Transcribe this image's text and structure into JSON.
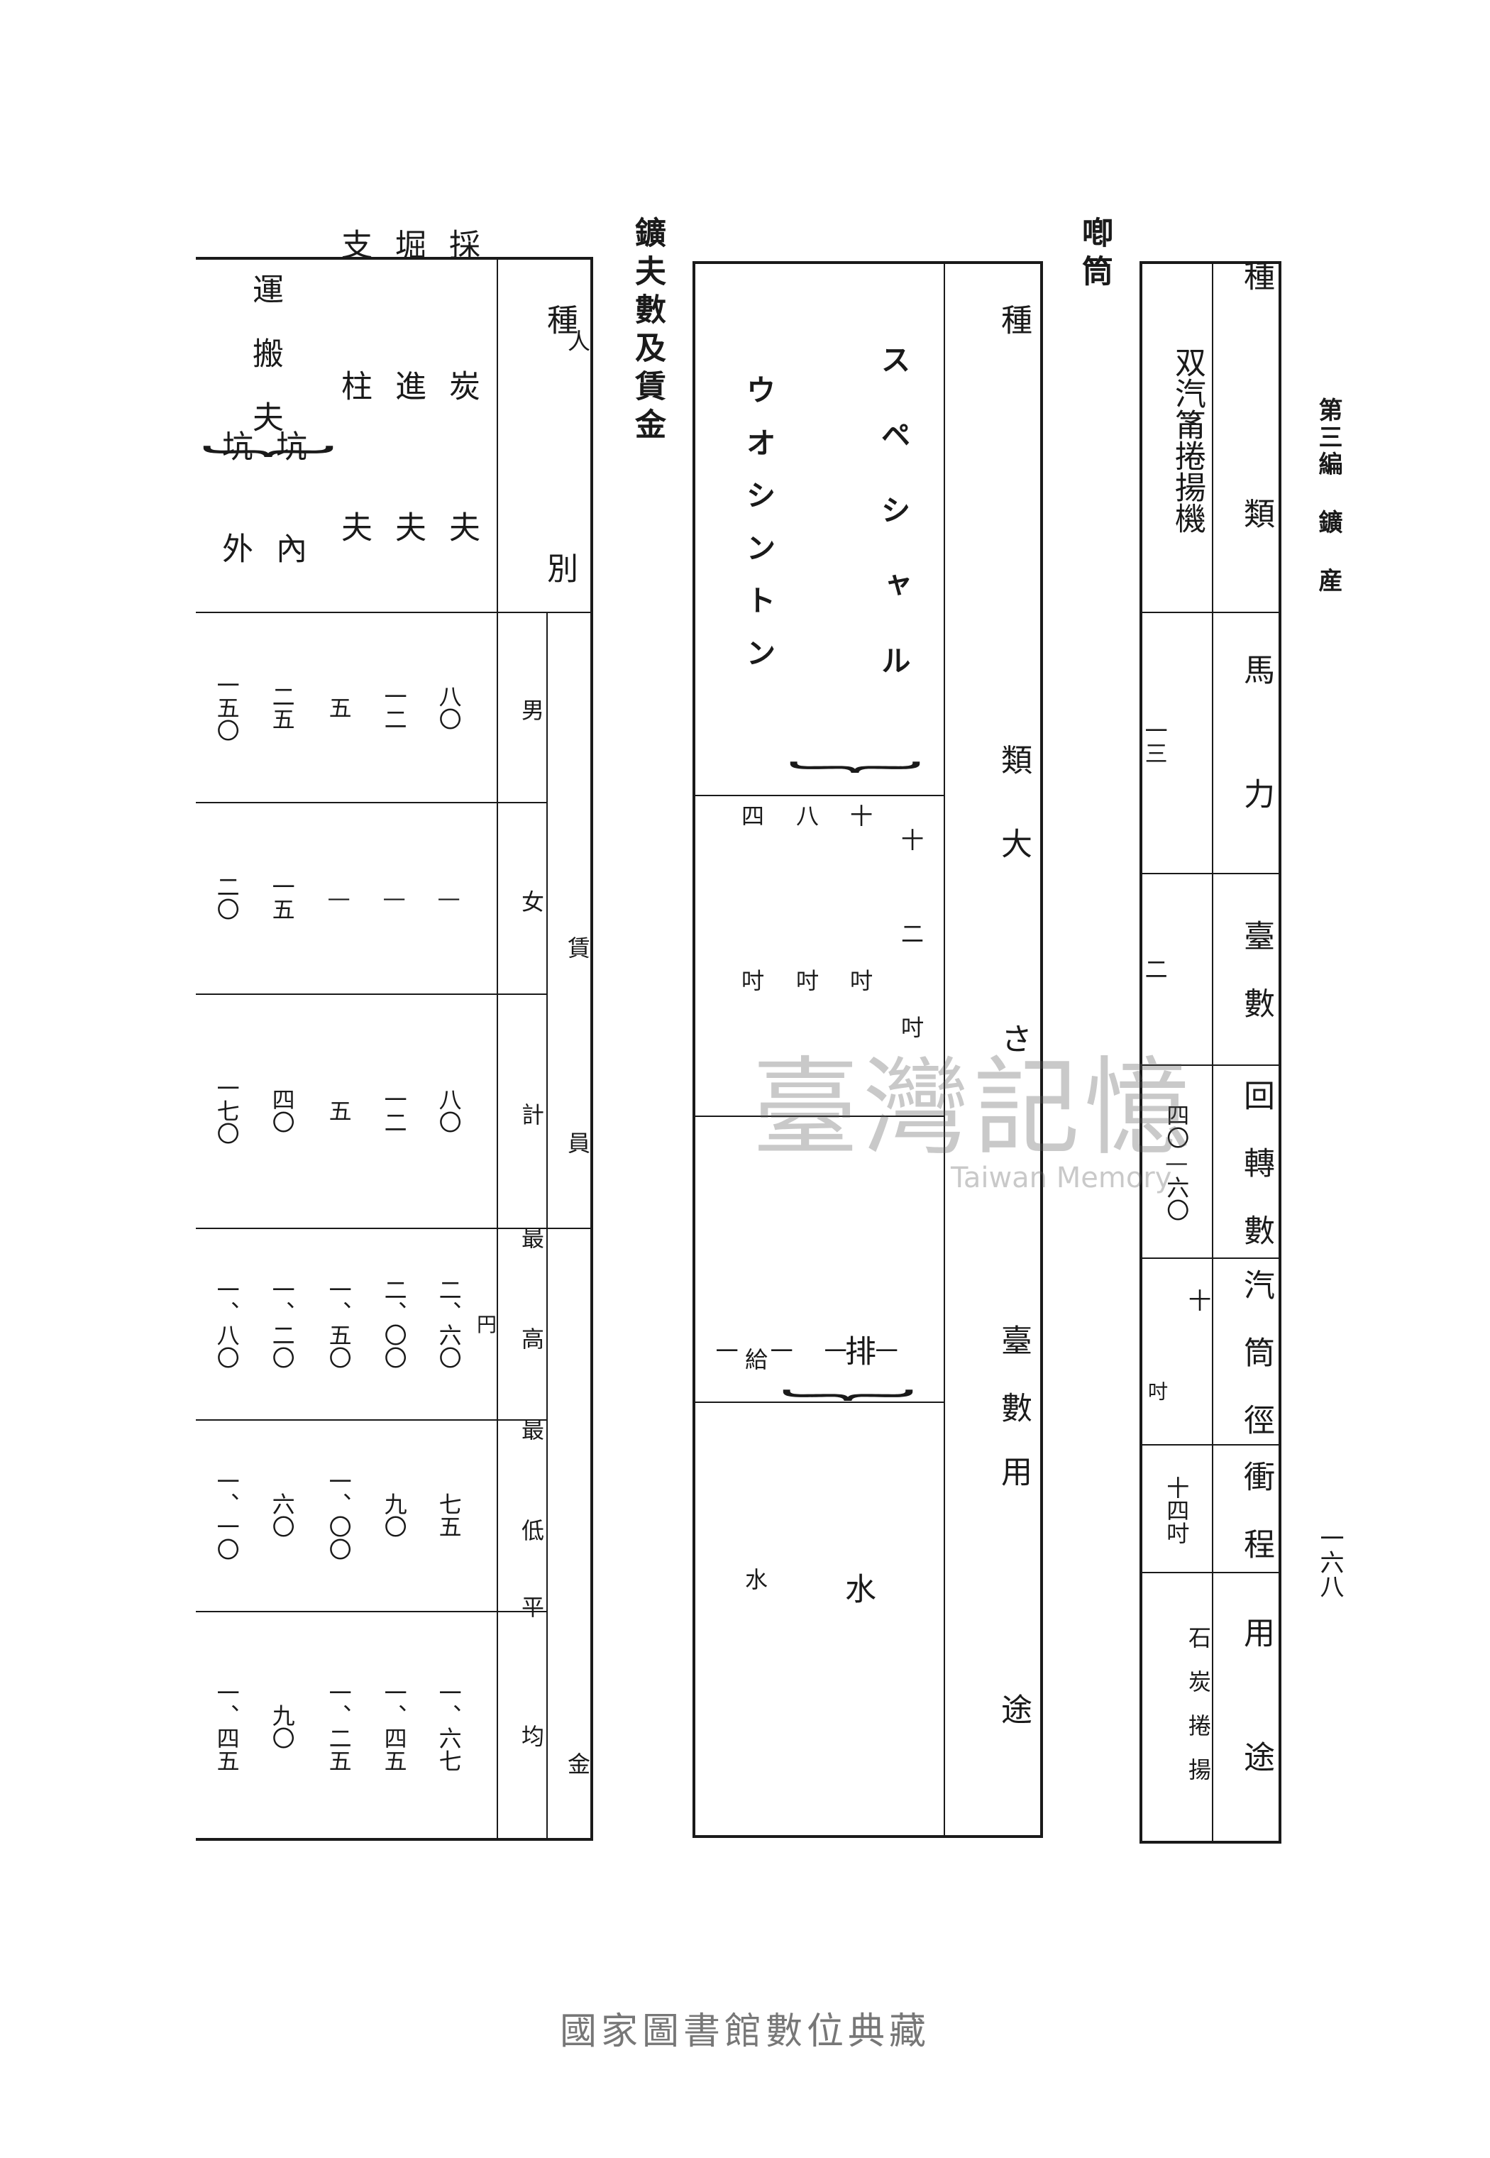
{
  "header": {
    "section": "第三編 鑛 産",
    "page_number": "一六八"
  },
  "hoist": {
    "title": "喞筒",
    "col_kind": "種 類",
    "col_hp": "馬 力",
    "col_count": "臺 數",
    "col_rpm": "回 轉 數",
    "col_bore": "汽 筒 徑",
    "col_stroke": "衝 程",
    "col_use": "用 途",
    "name": "双汽筩捲揚機",
    "hp": "一三",
    "count": "二",
    "rpm": "四〇—六〇",
    "bore_a": "十",
    "bore_b": "吋",
    "stroke": "十四吋",
    "use": "石炭捲揚"
  },
  "pump": {
    "col_kind_a": "種",
    "col_kind_b": "類",
    "col_size": "大 さ",
    "col_count": "臺 數",
    "col_use": "用 途",
    "name_a": "スペシャル",
    "name_b": "ウオシントン",
    "sizes": [
      "十二吋",
      "十吋",
      "八吋",
      "四吋"
    ],
    "counts": [
      "一",
      "一",
      "一",
      "一"
    ],
    "use_a": "排 水",
    "use_b": "給 水"
  },
  "miners": {
    "title": "鑛夫數及賃金",
    "col_kind": "種",
    "col_kind_b": "別",
    "grp_staff": "人 員",
    "grp_wage": "賃 金",
    "col_male": "男",
    "col_female": "女",
    "col_total": "計",
    "col_max": "最高",
    "col_min": "最低",
    "col_avg": "平均",
    "yen_mark": "円",
    "rows": [
      {
        "name": "採炭夫",
        "male": "八〇",
        "female": "—",
        "total": "八〇",
        "max": "二、六〇",
        "min": "七五",
        "avg": "一、六七"
      },
      {
        "name": "堀進夫",
        "male": "一二",
        "female": "—",
        "total": "一二",
        "max": "二、〇〇",
        "min": "九〇",
        "avg": "一、四五"
      },
      {
        "name": "支柱夫",
        "male": "五",
        "female": "—",
        "total": "五",
        "max": "一、五〇",
        "min": "一、〇〇",
        "avg": "一、二五"
      },
      {
        "name": "坑內",
        "male": "二五",
        "female": "一五",
        "total": "四〇",
        "max": "一、二〇",
        "min": "六〇",
        "avg": "九〇"
      },
      {
        "name": "坑外",
        "male": "一五〇",
        "female": "二〇",
        "total": "一七〇",
        "max": "一、八〇",
        "min": "一、一〇",
        "avg": "一、四五"
      }
    ],
    "transport_label": "運搬夫"
  },
  "watermark": {
    "main": "臺灣記憶",
    "sub": "Taiwan Memory"
  },
  "footer": "國家圖書館數位典藏"
}
